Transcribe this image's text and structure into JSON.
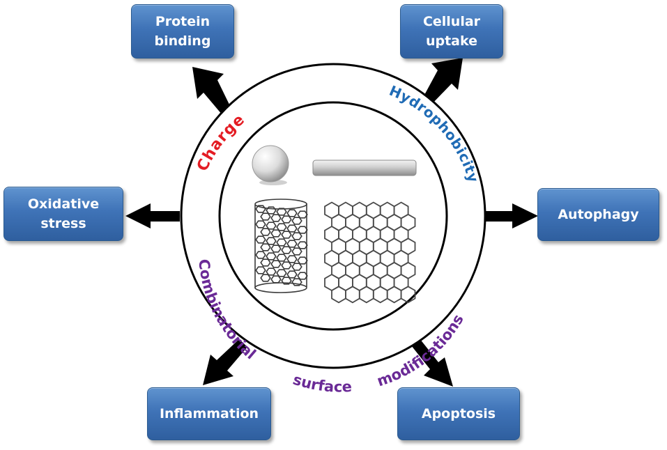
{
  "outcomes": {
    "protein_binding": [
      "Protein",
      "binding"
    ],
    "cellular_uptake": [
      "Cellular",
      "uptake"
    ],
    "oxidative_stress": [
      "Oxidative",
      "stress"
    ],
    "autophagy": [
      "Autophagy"
    ],
    "inflammation": [
      "Inflammation"
    ],
    "apoptosis": [
      "Apoptosis"
    ]
  },
  "ring_labels": {
    "charge": "Charge",
    "hydrophobicity": "Hydrophobicity",
    "combinatorial": "Combinatorial",
    "surface": "surface",
    "modifications": "modifications"
  },
  "colors": {
    "box_fill": "#3f73b7",
    "charge": "#e41c23",
    "hydrophobicity": "#1f6bb5",
    "modifications": "#6a2a96",
    "arrow": "#000000"
  },
  "nanomaterials": [
    "sphere",
    "rod",
    "carbon-nanotube",
    "graphene-sheet"
  ]
}
